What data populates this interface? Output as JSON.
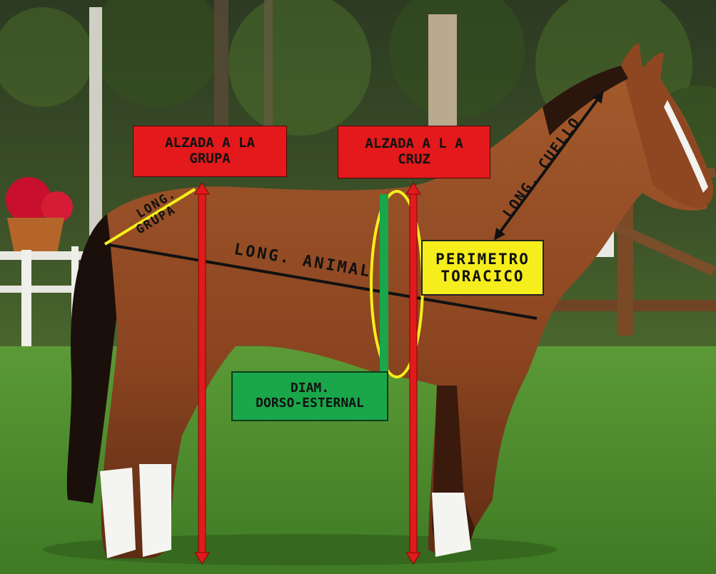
{
  "labels": {
    "alzada_grupa": [
      "ALZADA  A LA",
      "GRUPA"
    ],
    "alzada_cruz": [
      "ALZADA  A L A",
      "CRUZ"
    ],
    "perimetro": [
      "PERIMETRO",
      "TORACICO"
    ],
    "diametro": [
      "DIAM.",
      "DORSO-ESTERNAL"
    ],
    "long_animal": "LONG. ANIMAL",
    "long_cuello": "LONG. CUELLO",
    "long_grupa": [
      "LONG.",
      "GRUPA"
    ]
  },
  "colors": {
    "red": "#e3191b",
    "yellow": "#f5ee1c",
    "green": "#1aa64a",
    "black": "#111111",
    "horse": "#8a4a22",
    "grass": "#4f8a2e"
  }
}
